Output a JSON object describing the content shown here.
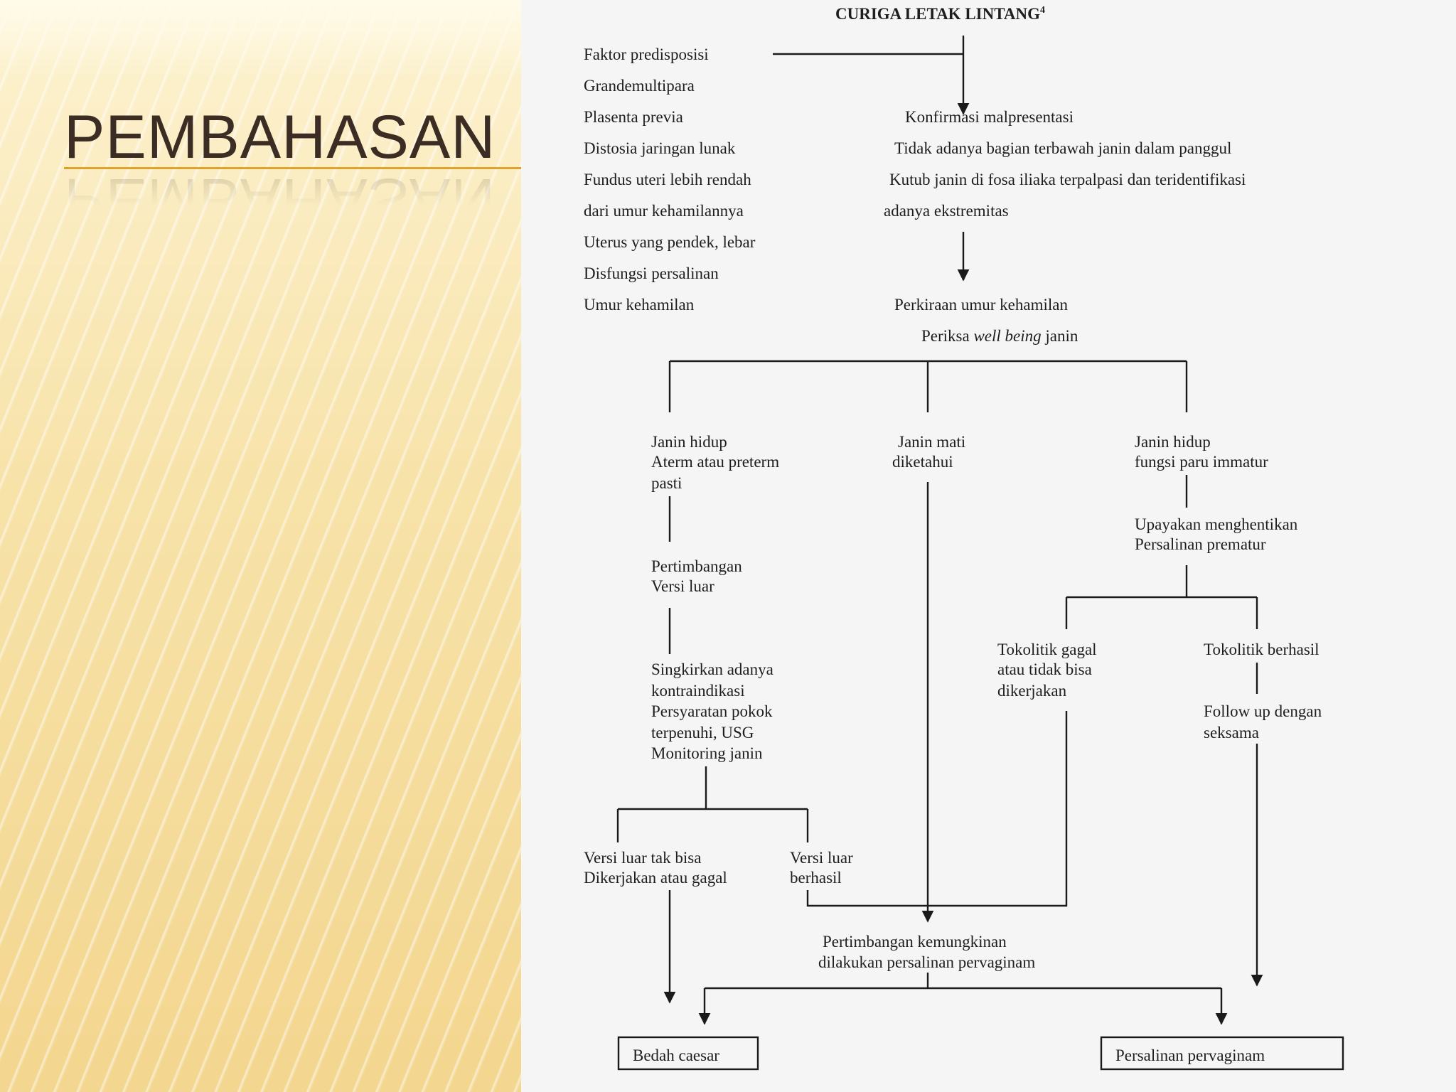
{
  "slide": {
    "title": "PEMBAHASAN",
    "accent_color": "#e0a22a",
    "title_color": "#3c2d24"
  },
  "diagram": {
    "title": "CURIGA LETAK LINTANG",
    "title_superscript": "4",
    "predisposing_factors": [
      "Faktor predisposisi",
      "Grandemultipara",
      "Plasenta previa",
      "Distosia jaringan lunak",
      "Fundus uteri lebih rendah",
      "dari umur kehamilannya",
      "Uterus yang pendek, lebar",
      "Disfungsi persalinan",
      "Umur kehamilan"
    ],
    "confirmation": [
      "Konfirmasi malpresentasi",
      "Tidak adanya bagian terbawah janin dalam panggul",
      "Kutub janin di fosa iliaka terpalpasi dan teridentifikasi",
      "adanya ekstremitas"
    ],
    "estimate": {
      "line1": "Perkiraan umur kehamilan",
      "line2_prefix": "Periksa ",
      "line2_italic": "well being",
      "line2_suffix": " janin"
    },
    "branch_left": [
      "Janin hidup",
      "Aterm atau preterm",
      "pasti"
    ],
    "branch_middle": [
      "Janin mati",
      "diketahui"
    ],
    "branch_right": [
      "Janin hidup",
      "fungsi paru immatur"
    ],
    "external_version": [
      "Pertimbangan",
      "Versi luar"
    ],
    "contraindications": [
      "Singkirkan adanya",
      "kontraindikasi",
      "Persyaratan pokok",
      "terpenuhi, USG",
      "Monitoring janin"
    ],
    "stop_labor": [
      "Upayakan menghentikan",
      "Persalinan prematur"
    ],
    "tocolytic_failed": [
      "Tokolitik gagal",
      "atau tidak bisa",
      "dikerjakan"
    ],
    "tocolytic_success": "Tokolitik berhasil",
    "follow_up": [
      "Follow up dengan",
      "seksama"
    ],
    "version_failed": [
      "Versi luar tak bisa",
      "Dikerjakan atau gagal"
    ],
    "version_success": [
      "Versi luar",
      "berhasil"
    ],
    "consider_vaginal": [
      "Pertimbangan kemungkinan",
      "dilakukan persalinan pervaginam"
    ],
    "outcome_caesar": "Bedah caesar",
    "outcome_vaginal": "Persalinan pervaginam"
  }
}
